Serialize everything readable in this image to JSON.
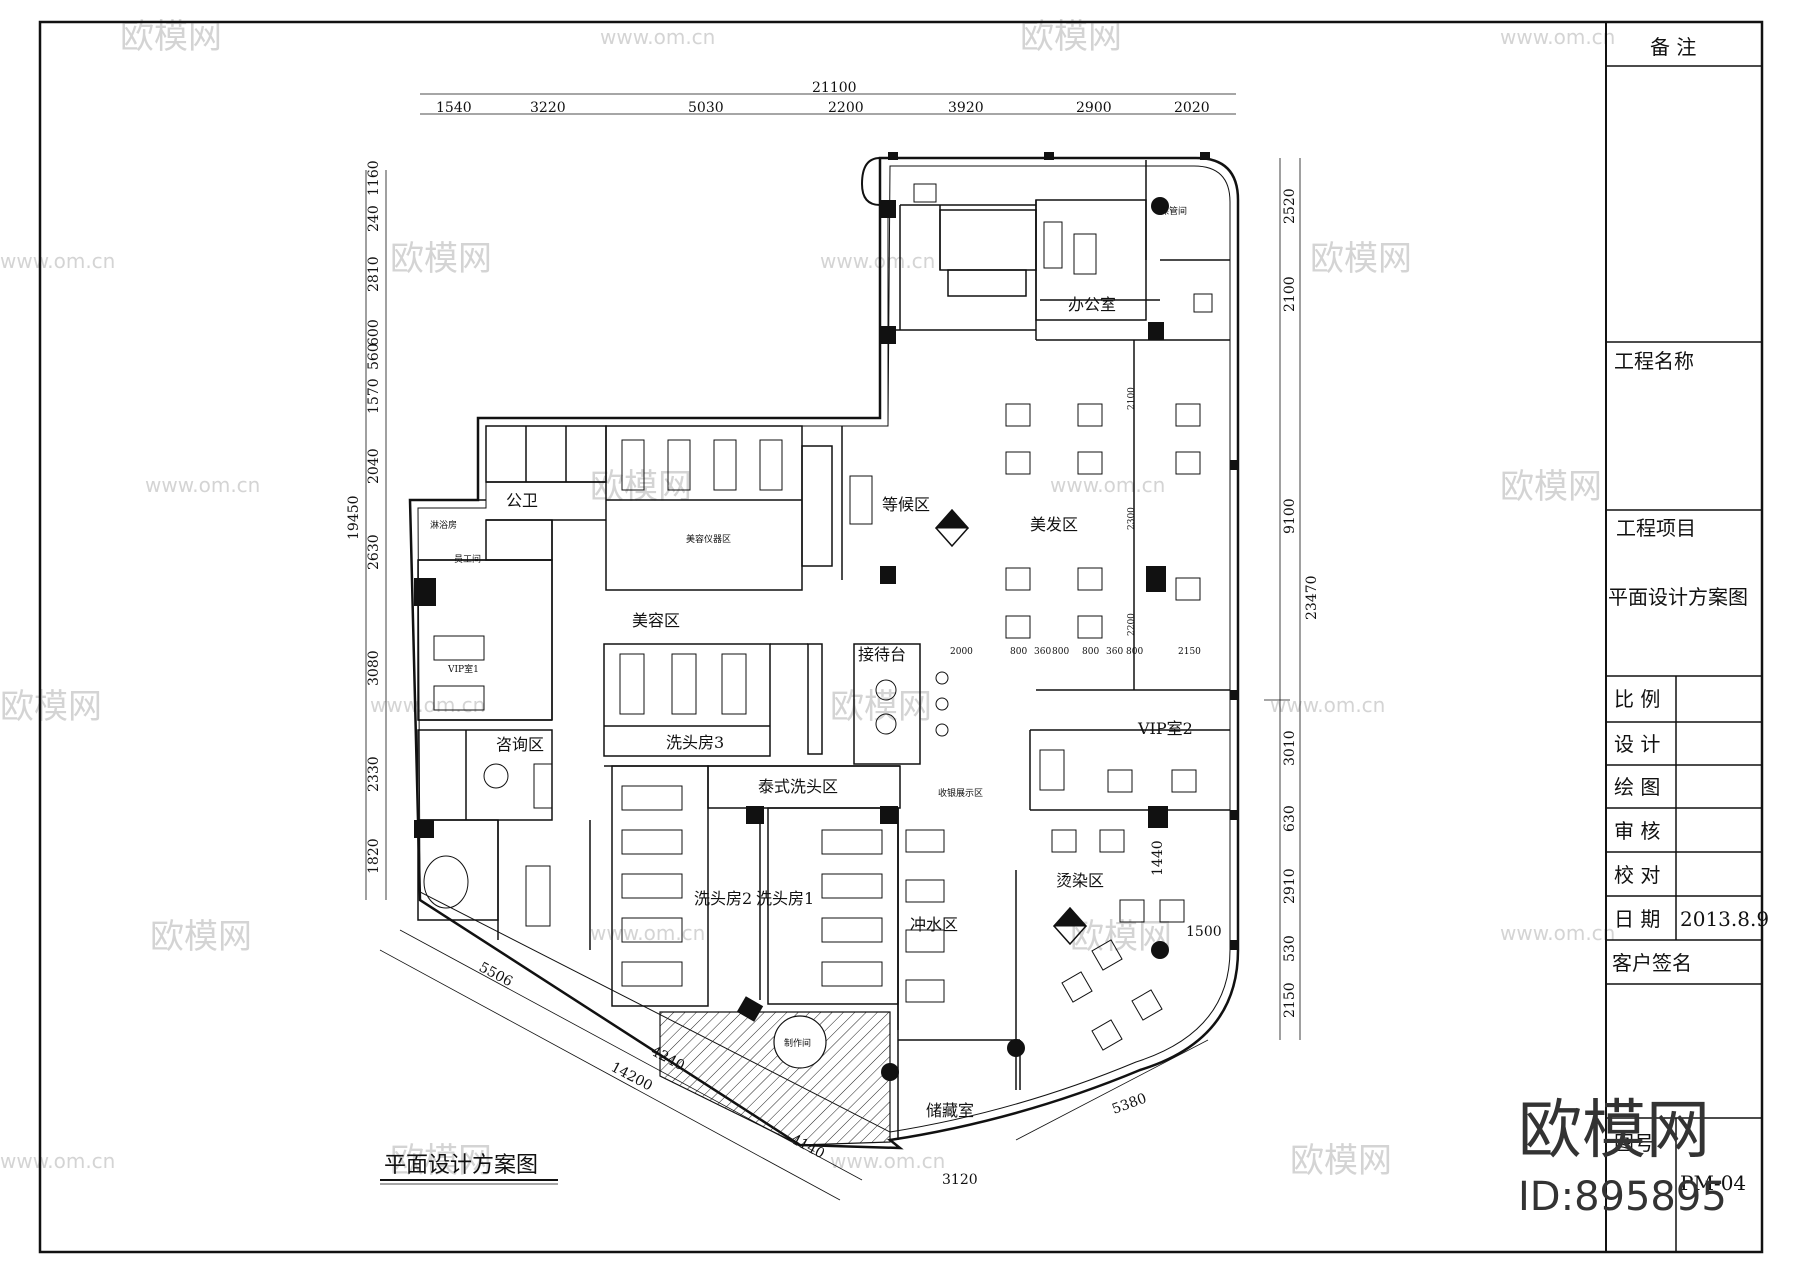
{
  "drawing": {
    "title": "平面设计方案图",
    "overall_width": "21100",
    "overall_height_left": "19450",
    "overall_height_right": "23470",
    "top_dims": [
      "1540",
      "3220",
      "5030",
      "2200",
      "3920",
      "2900",
      "2020"
    ],
    "left_dims": [
      "1160",
      "240",
      "2810",
      "600",
      "560",
      "1570",
      "2040",
      "2630",
      "3080",
      "2330",
      "1820"
    ],
    "right_dims": [
      "2520",
      "2100",
      "9100",
      "3010",
      "630",
      "2910",
      "530",
      "2150"
    ],
    "bottom_dims": [
      "5506",
      "14200",
      "4240",
      "4140",
      "3120",
      "5380"
    ],
    "inner_dims": [
      "2000",
      "800",
      "360",
      "800",
      "800",
      "360",
      "800",
      "2150",
      "2100",
      "2300",
      "2200",
      "1440",
      "1500"
    ],
    "rooms": {
      "toilet": "公卫",
      "beauty": "美容区",
      "waiting": "等候区",
      "hair": "美发区",
      "office": "办公室",
      "reception": "接待台",
      "consult": "咨询区",
      "wash3": "洗头房3",
      "thai_wash": "泰式洗头区",
      "wash2": "洗头房2",
      "wash1": "洗头房1",
      "rinse": "冲水区",
      "perm_dye": "烫染区",
      "vip2": "VIP室2",
      "storage": "储藏室",
      "sales_display": "收银展示区",
      "bath": "淋浴房",
      "staff": "员工间",
      "vip1": "VIP室1",
      "storeroom": "保管间",
      "maker": "制作间",
      "beauty_equip": "美容仪器区"
    }
  },
  "title_block": {
    "remarks": "备 注",
    "project_name_label": "工程名称",
    "project_item_label": "工程项目",
    "project_item_value": "平面设计方案图",
    "scale_label": "比 例",
    "design_label": "设 计",
    "draw_label": "绘 图",
    "review_label": "审 核",
    "check_label": "校 对",
    "date_label": "日 期",
    "date_value": "2013.8.9",
    "client_label": "客户签名",
    "sheet_label": "图号",
    "sheet_value": "PM-04"
  },
  "watermark": {
    "brand": "欧模网",
    "url": "www.om.cn",
    "id": "ID:895895"
  }
}
